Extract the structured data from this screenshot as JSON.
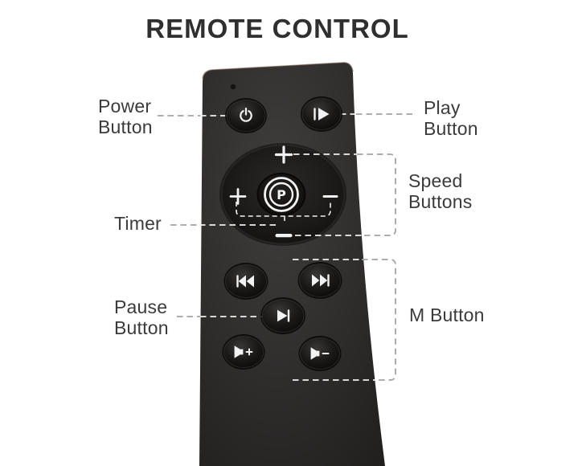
{
  "title": "REMOTE CONTROL",
  "callouts": {
    "power": {
      "line1": "Power",
      "line2": "Button"
    },
    "play": {
      "line1": "Play",
      "line2": "Button"
    },
    "speed": {
      "line1": "Speed",
      "line2": "Buttons"
    },
    "timer": {
      "line1": "Timer"
    },
    "pause": {
      "line1": "Pause",
      "line2": "Button"
    },
    "m": {
      "line1": "M Button"
    }
  },
  "remote": {
    "center_logo_letter": "P",
    "dial_glyphs": {
      "speed_plus_top": "+",
      "timer_plus_left": "+",
      "timer_minus_right": "−",
      "speed_minus_bottom": "−"
    },
    "buttons": [
      {
        "id": "power",
        "icon": "power-icon",
        "glyph": "⏻"
      },
      {
        "id": "play",
        "icon": "play-icon",
        "glyph": "▐▶"
      },
      {
        "id": "skip-back",
        "icon": "skip-back-icon",
        "glyph": "⏮"
      },
      {
        "id": "skip-forward",
        "icon": "skip-forward-icon",
        "glyph": "⏭"
      },
      {
        "id": "pause",
        "icon": "play-pause-icon",
        "glyph": "▶▌"
      },
      {
        "id": "volume-up",
        "icon": "volume-up-icon",
        "glyph": "🔉+"
      },
      {
        "id": "volume-down",
        "icon": "volume-down-icon",
        "glyph": "🔉−"
      }
    ]
  },
  "colors": {
    "background": "#ffffff",
    "title_text": "#2f2f2f",
    "label_text": "#3b3b3b",
    "callout_line_outside": "#a3a3a3",
    "callout_line_on_remote": "#f0f0f0",
    "remote_body": "#2d2b2a",
    "button_fill": "#121110",
    "glyph": "#f2f2f2"
  }
}
